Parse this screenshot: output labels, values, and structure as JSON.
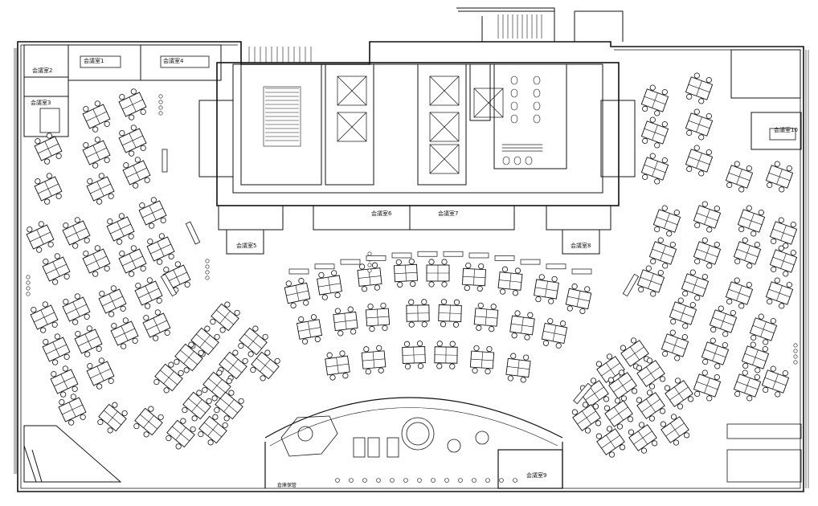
{
  "rooms": {
    "room1": "会議室1",
    "room2": "会議室2",
    "room3": "会議室3",
    "room4": "会議室4",
    "room5": "会議室5",
    "room6": "会議室6",
    "room7": "会議室7",
    "room8": "会議室8",
    "room9": "会議室9",
    "room10": "会議室10"
  },
  "small_label": "倉庫保管",
  "colors": {
    "line": "#111111",
    "background": "#ffffff"
  }
}
